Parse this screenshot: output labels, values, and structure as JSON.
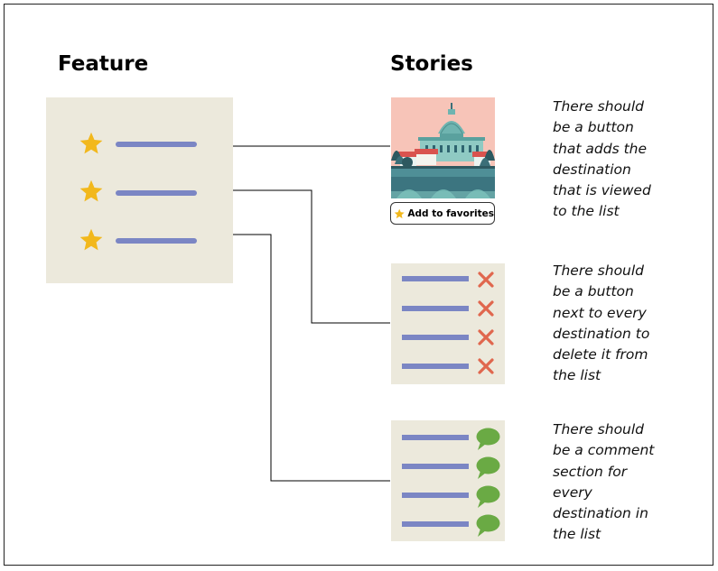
{
  "headings": {
    "feature": "Feature",
    "stories": "Stories"
  },
  "favorite_button": {
    "label": "Add to favorites",
    "icon": "star-icon"
  },
  "stories": [
    {
      "lines": [
        "There should",
        "be a button",
        "that adds the",
        "destination",
        "that is viewed",
        "to the list"
      ]
    },
    {
      "lines": [
        "There should",
        "be a button",
        "next to every",
        "destination to",
        "delete it from",
        "the list"
      ]
    },
    {
      "lines": [
        "There should",
        "be a comment",
        "section for",
        "every",
        "destination in",
        "the list"
      ]
    }
  ],
  "colors": {
    "panel": "#ece9dc",
    "bar": "#7b86c4",
    "star": "#f2b81c",
    "delete": "#e0674e",
    "comment": "#6aaa44"
  },
  "icons": {
    "feature_rows": "star-icon",
    "delete_rows": "delete-x-icon",
    "comment_rows": "comment-bubble-icon"
  }
}
